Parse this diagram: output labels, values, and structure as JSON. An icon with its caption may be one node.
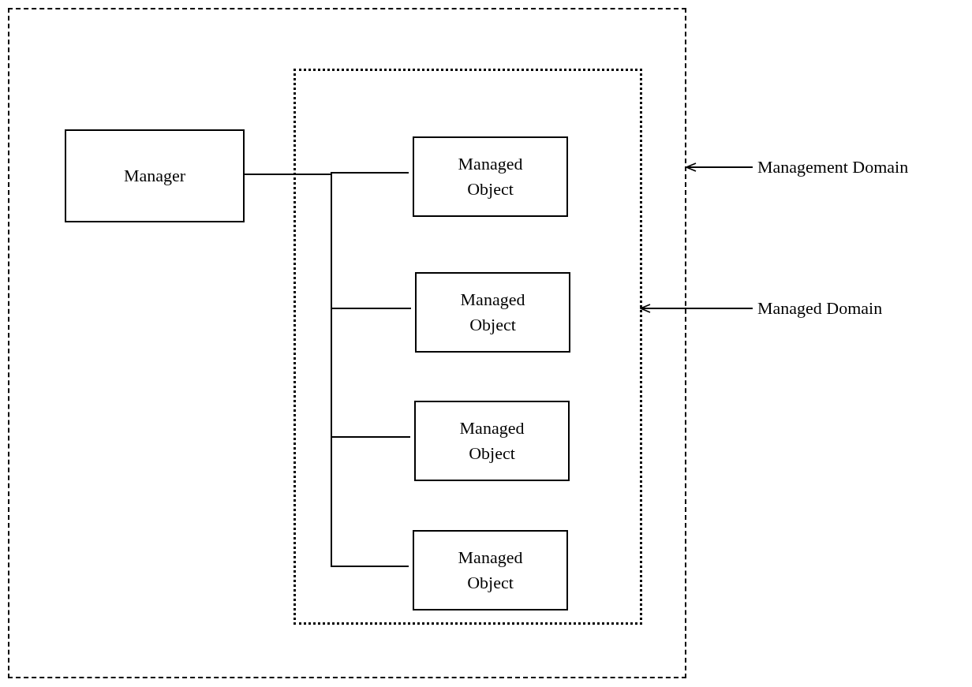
{
  "diagram": {
    "nodes": [
      {
        "text": [],
        "shape": "box"
      },
      {
        "text": [
          "Manager"
        ],
        "in": 0
      },
      {
        "text": [],
        "shape": "box",
        "in": 0
      },
      {
        "text": [
          "Managed Object"
        ],
        "in": 2
      },
      {
        "text": [
          "Managed Object"
        ],
        "in": 2
      },
      {
        "text": [
          "Managed Object"
        ],
        "in": 2
      },
      {
        "text": [
          "Managed Object"
        ],
        "in": 2
      },
      {
        "text": [
          "Management Domain"
        ]
      },
      {
        "text": [
          "Managed Domain"
        ]
      }
    ],
    "edges": [
      {
        "from": 1,
        "to": 3,
        "arrow": "none"
      },
      {
        "from": 1,
        "to": 4,
        "arrow": "none"
      },
      {
        "from": 1,
        "to": 5,
        "arrow": "none"
      },
      {
        "from": 1,
        "to": 6,
        "arrow": "none"
      },
      {
        "from": 7,
        "to": 0,
        "arrow": "to"
      },
      {
        "from": 8,
        "to": 2,
        "arrow": "to"
      }
    ]
  }
}
